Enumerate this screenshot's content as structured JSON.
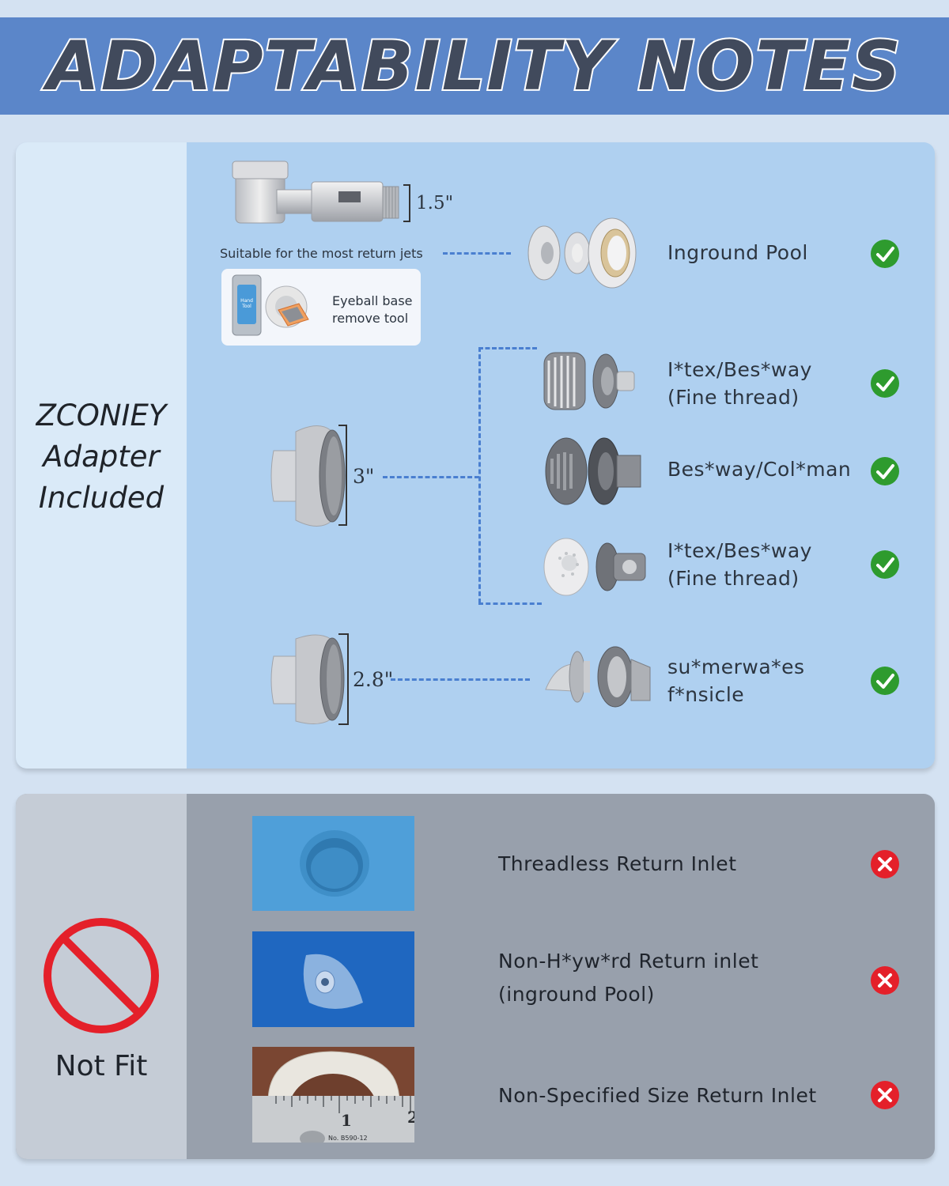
{
  "header": {
    "title": "ADAPTABILITY NOTES"
  },
  "fit_section": {
    "heading_lines": [
      "ZCONIEY",
      "Adapter",
      "Included"
    ],
    "adapter_small": {
      "size": "1.5\"",
      "caption": "Suitable for the most return jets"
    },
    "tool": {
      "label_line1": "Eyeball base",
      "label_line2": "remove tool",
      "card_text_line1": "Hand",
      "card_text_line2": "Tool"
    },
    "adapter_3in": {
      "size": "3\""
    },
    "adapter_28in": {
      "size": "2.8\""
    },
    "items": [
      {
        "line1": "Inground Pool",
        "line2": "",
        "status": "fit"
      },
      {
        "line1": "I*tex/Bes*way",
        "line2": "(Fine thread)",
        "status": "fit"
      },
      {
        "line1": "Bes*way/Col*man",
        "line2": "",
        "status": "fit"
      },
      {
        "line1": "I*tex/Bes*way",
        "line2": "(Fine thread)",
        "status": "fit"
      },
      {
        "line1": "su*merwa*es",
        "line2": "f*nsicle",
        "status": "fit"
      }
    ]
  },
  "nofit_section": {
    "heading": "Not Fit",
    "items": [
      {
        "line1": "Threadless Return Inlet",
        "line2": "",
        "status": "not-fit"
      },
      {
        "line1": "Non-H*yw*rd Return inlet",
        "line2": "(inground Pool)",
        "status": "not-fit"
      },
      {
        "line1": "Non-Specified Size Return Inlet",
        "line2": "",
        "status": "not-fit"
      }
    ],
    "ruler": {
      "mark1": "1",
      "mark2": "2",
      "stamp": "No. B590-12"
    }
  },
  "colors": {
    "banner": "#5b86c9",
    "fit_panel": "#afd0f0",
    "nofit_panel": "#98a0ac",
    "check": "#2e9b2e",
    "cross": "#e4202a",
    "dash": "#4a7fd0"
  }
}
